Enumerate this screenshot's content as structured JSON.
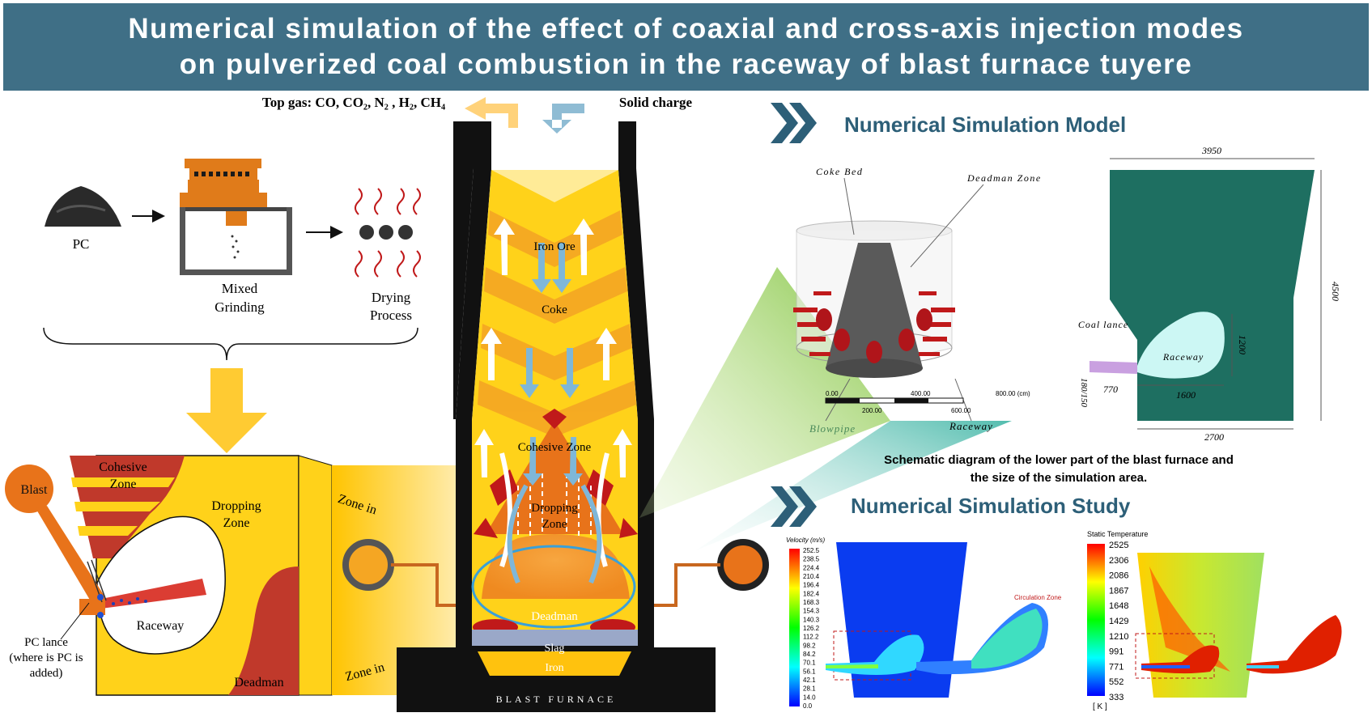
{
  "banner": {
    "line1": "Numerical simulation of the effect of coaxial and cross-axis injection modes",
    "line2": "on pulverized coal combustion in the raceway of blast furnace tuyere"
  },
  "furnace": {
    "top_gas_label": "Top gas: CO, CO₂, N₂ , H₂, CH₄",
    "solid_charge_label": "Solid charge",
    "iron_ore": "Iron Ore",
    "coke": "Coke",
    "cohesive_zone": "Cohesive Zone",
    "dropping_zone_l1": "Dropping",
    "dropping_zone_l2": "Zone",
    "deadman": "Deadman",
    "slag": "Slag",
    "iron": "Iron",
    "caption": "BLAST FURNACE"
  },
  "process": {
    "pc": "PC",
    "grinding_l1": "Mixed",
    "grinding_l2": "Grinding",
    "drying_l1": "Drying",
    "drying_l2": "Process"
  },
  "tuyere": {
    "blast": "Blast",
    "cohesive_l1": "Cohesive",
    "cohesive_l2": "Zone",
    "dropping_l1": "Dropping",
    "dropping_l2": "Zone",
    "raceway": "Raceway",
    "deadman": "Deadman",
    "lance_l1": "PC lance",
    "lance_l2": "(where is PC is",
    "lance_l3": "added)",
    "zone_in_top": "Zone in",
    "zone_in_bottom": "Zone in"
  },
  "model": {
    "heading": "Numerical Simulation Model",
    "coke_bed": "Coke Bed",
    "deadman_zone": "Deadman Zone",
    "blowpipe": "Blowpipe",
    "raceway": "Raceway",
    "scale_top": [
      "0.00",
      "400.00",
      "800.00 (cm)"
    ],
    "scale_bottom": [
      "200.00",
      "600.00"
    ],
    "dim_top": "3950",
    "dim_height": "4500",
    "dim_raceway_h": "1200",
    "dim_raceway_w": "1600",
    "dim_bottom": "2700",
    "dim_lance": "770",
    "dim_lance_d": "180/150",
    "coal_lance": "Coal lance",
    "raceway_label": "Raceway",
    "caption_l1": "Schematic diagram of the lower part of the blast furnace and",
    "caption_l2": "the size of the simulation area."
  },
  "study": {
    "heading": "Numerical Simulation Study",
    "velocity_title": "Velocity (m/s)",
    "velocity_ticks": [
      "252.5",
      "238.5",
      "224.4",
      "210.4",
      "196.4",
      "182.4",
      "168.3",
      "154.3",
      "140.3",
      "126.2",
      "112.2",
      "98.2",
      "84.2",
      "70.1",
      "56.1",
      "42.1",
      "28.1",
      "14.0",
      "0.0"
    ],
    "circulation_zone": "Circulation Zone",
    "temp_title": "Static Temperature",
    "temp_ticks": [
      "2525",
      "2306",
      "2086",
      "1867",
      "1648",
      "1429",
      "1210",
      "991",
      "771",
      "552",
      "333"
    ],
    "temp_unit": "[ K ]"
  },
  "colors": {
    "banner": "#3f6f86",
    "furnace_wall": "#111111",
    "ore_yellow": "#ffd21a",
    "coke_orange": "#f5a623",
    "deadman": "#f39c3a",
    "cohesive_red": "#c0392b",
    "teal_domain": "#1e6f61",
    "heading_blue": "#2d5f78"
  }
}
